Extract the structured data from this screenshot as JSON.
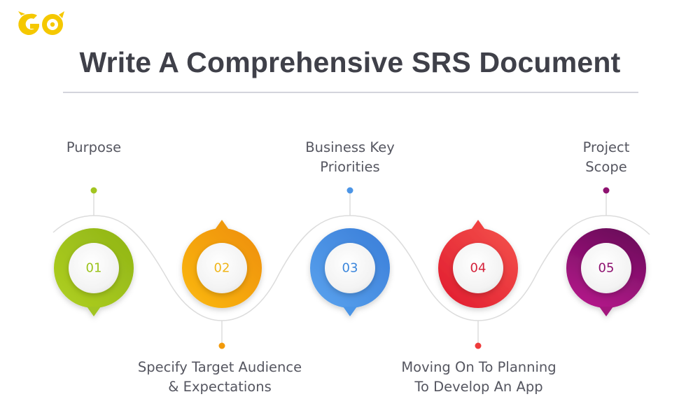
{
  "logo": {
    "text": "GO",
    "color": "#f5c800",
    "icon": "go-owl-logo-icon"
  },
  "header": {
    "title": "Write A Comprehensive SRS Document"
  },
  "steps": [
    {
      "number": "01",
      "label_lines": [
        "Purpose"
      ],
      "position": "top",
      "color": "#a2c520",
      "dark": "#7fa015",
      "num_color": "#9bc31c"
    },
    {
      "number": "02",
      "label_lines": [
        "Specify Target Audience",
        "& Expectations"
      ],
      "position": "bottom",
      "color": "#f7a90c",
      "dark": "#e68a05",
      "num_color": "#f0b51a"
    },
    {
      "number": "03",
      "label_lines": [
        "Business Key",
        "Priorities"
      ],
      "position": "top",
      "color": "#4c95e6",
      "dark": "#3a7dd6",
      "num_color": "#3b86dc"
    },
    {
      "number": "04",
      "label_lines": [
        "Moving On To Planning",
        "To Develop An App"
      ],
      "position": "bottom",
      "color": "#ee3b3b",
      "dark": "#d81f2d",
      "num_color": "#d4213a"
    },
    {
      "number": "05",
      "label_lines": [
        "Project",
        "Scope"
      ],
      "position": "top",
      "color": "#a3157d",
      "dark": "#6d0a5c",
      "num_color": "#8e1270"
    }
  ]
}
